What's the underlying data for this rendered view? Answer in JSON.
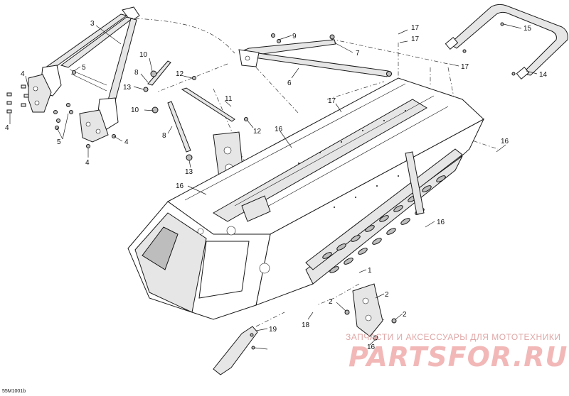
{
  "diagram": {
    "reference_code": "55M1001b",
    "callouts": [
      {
        "id": "c3",
        "label": "3"
      },
      {
        "id": "c9",
        "label": "9"
      },
      {
        "id": "c5a",
        "label": "5"
      },
      {
        "id": "c10a",
        "label": "10"
      },
      {
        "id": "c4a",
        "label": "4"
      },
      {
        "id": "c8a",
        "label": "8"
      },
      {
        "id": "c12a",
        "label": "12"
      },
      {
        "id": "c13a",
        "label": "13"
      },
      {
        "id": "c7",
        "label": "7"
      },
      {
        "id": "c6",
        "label": "6"
      },
      {
        "id": "c17a",
        "label": "17"
      },
      {
        "id": "c17b",
        "label": "17"
      },
      {
        "id": "c17c",
        "label": "17"
      },
      {
        "id": "c17d",
        "label": "17"
      },
      {
        "id": "c15",
        "label": "15"
      },
      {
        "id": "c14",
        "label": "14"
      },
      {
        "id": "c11",
        "label": "11"
      },
      {
        "id": "c10b",
        "label": "10"
      },
      {
        "id": "c4b",
        "label": "4"
      },
      {
        "id": "c5b",
        "label": "5"
      },
      {
        "id": "c4c",
        "label": "4"
      },
      {
        "id": "c8b",
        "label": "8"
      },
      {
        "id": "c12b",
        "label": "12"
      },
      {
        "id": "c16a",
        "label": "16"
      },
      {
        "id": "c4d",
        "label": "4"
      },
      {
        "id": "c13b",
        "label": "13"
      },
      {
        "id": "c16b",
        "label": "16"
      },
      {
        "id": "c16c",
        "label": "16"
      },
      {
        "id": "c16d",
        "label": "16"
      },
      {
        "id": "c1",
        "label": "1"
      },
      {
        "id": "c2a",
        "label": "2"
      },
      {
        "id": "c2b",
        "label": "2"
      },
      {
        "id": "c2c",
        "label": "2"
      },
      {
        "id": "c16e",
        "label": "16"
      },
      {
        "id": "c18",
        "label": "18"
      },
      {
        "id": "c19",
        "label": "19"
      }
    ]
  },
  "watermark": {
    "caption": "ЗАПЧАСТИ И АКСЕССУАРЫ ДЛЯ МОТОТЕХНИКИ",
    "logo": "PARTSFOR.RU"
  }
}
